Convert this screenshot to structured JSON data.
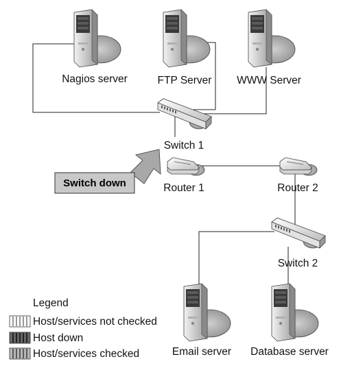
{
  "nodes": {
    "nagios": {
      "label": "Nagios server"
    },
    "ftp": {
      "label": "FTP Server"
    },
    "www": {
      "label": "WWW Server"
    },
    "switch1": {
      "label": "Switch 1"
    },
    "router1": {
      "label": "Router 1"
    },
    "router2": {
      "label": "Router 2"
    },
    "switch2": {
      "label": "Switch 2"
    },
    "email": {
      "label": "Email server"
    },
    "database": {
      "label": "Database server"
    }
  },
  "callout": {
    "label": "Switch down"
  },
  "legend": {
    "title": "Legend",
    "items": [
      {
        "label": "Host/services not checked",
        "swatch": "light"
      },
      {
        "label": "Host down",
        "swatch": "dark"
      },
      {
        "label": "Host/services checked",
        "swatch": "medium"
      }
    ]
  },
  "colors": {
    "server_light": "#e6e6e6",
    "server_shade": "#9a9a9a",
    "server_dark": "#3c3c3c",
    "callout_box": "#c8c8c8",
    "arrow": "#a8a8a8"
  }
}
